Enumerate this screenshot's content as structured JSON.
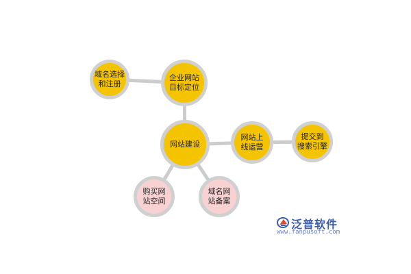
{
  "diagram": {
    "nodes": {
      "domain": "域名选择\n和注册",
      "target": "企业网站\n目标定位",
      "build": "网站建设",
      "online": "网站上\n线运营",
      "submit": "提交到\n搜索引擎",
      "space": "购买网\n站空间",
      "record": "域名网\n站备案"
    },
    "colors": {
      "primary_node": "#f5c400",
      "secondary_node": "#f8d2d2",
      "node_border": "#d0d0d0",
      "connector": "#cccccc"
    }
  },
  "logo": {
    "name": "泛普软件",
    "url": "www.fanpusoft.com",
    "icon": "fanpu-logo-icon"
  }
}
